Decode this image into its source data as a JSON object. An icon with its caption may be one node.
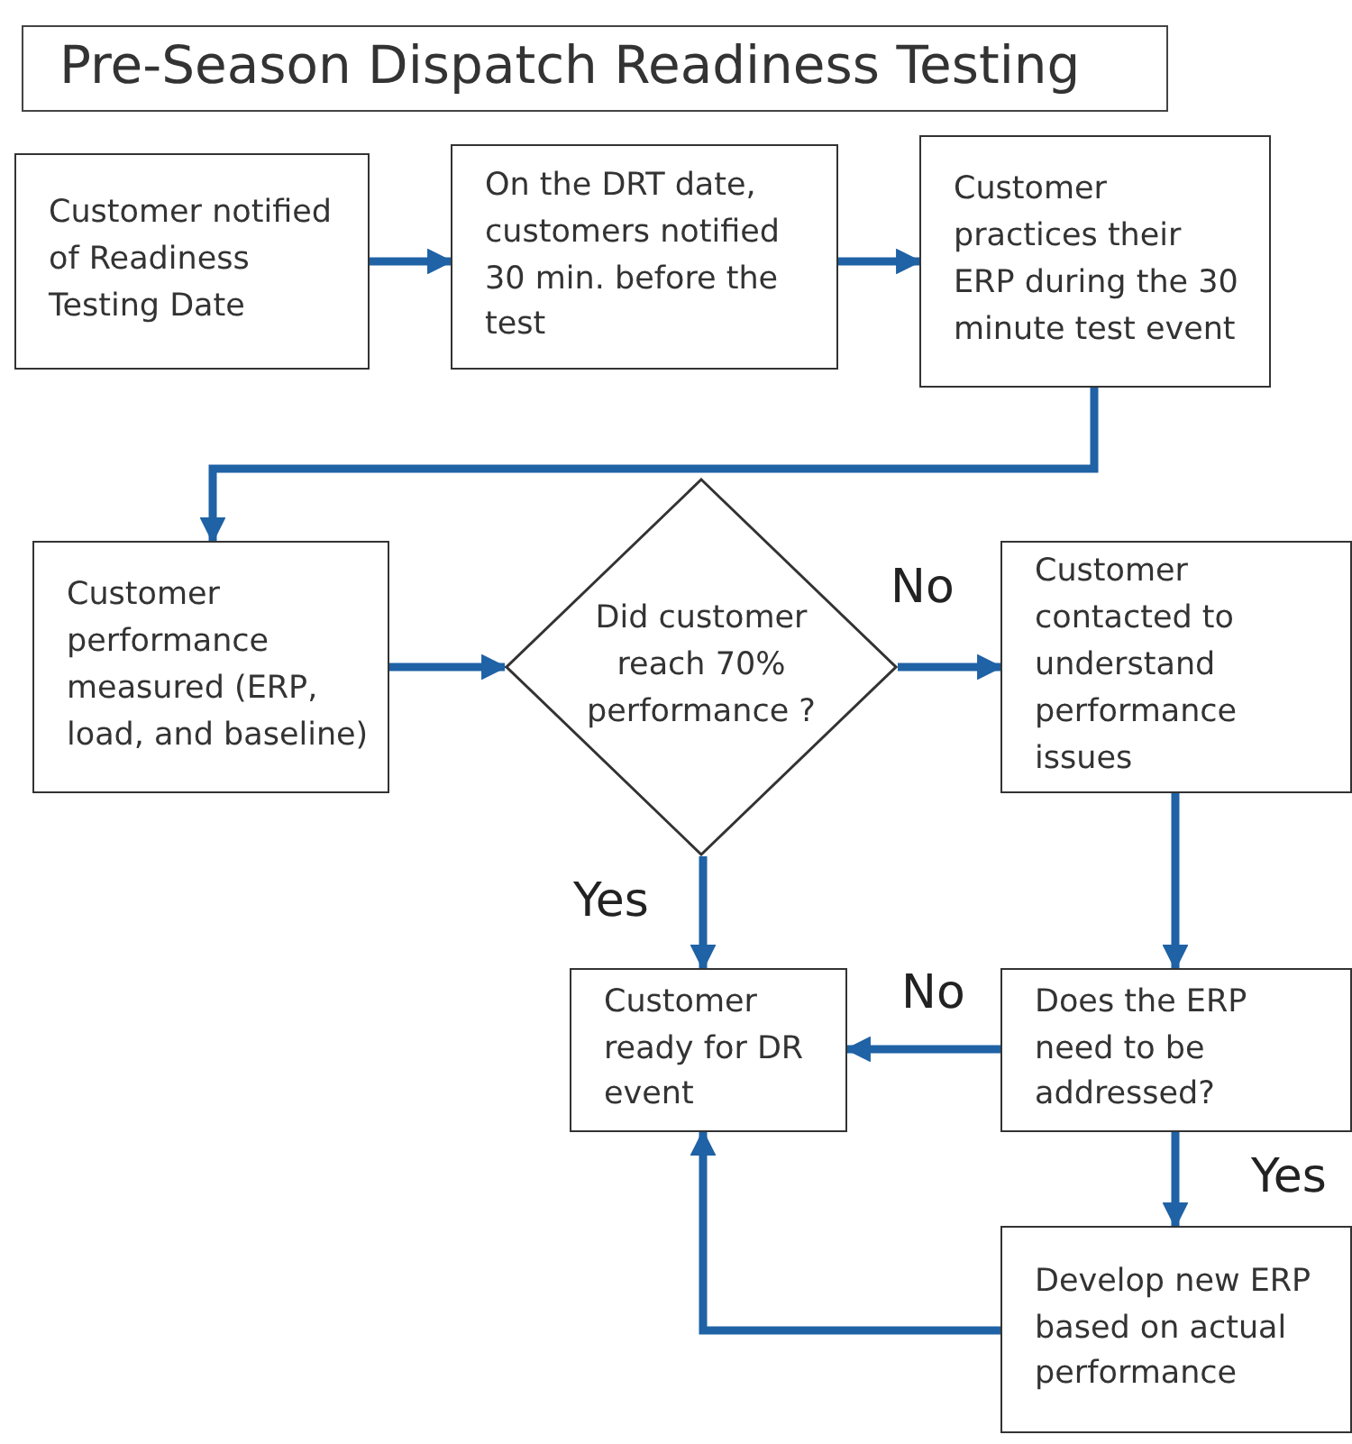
{
  "diagram": {
    "title": "Pre-Season Dispatch Readiness Testing",
    "nodes": [
      {
        "text": [
          "Customer notified of Readiness Testing Date"
        ]
      },
      {
        "text": [
          "On the DRT date, customers notified 30 min. before the test"
        ]
      },
      {
        "text": [
          "Customer practices their ERP during the 30 minute test event"
        ]
      },
      {
        "text": [
          "Customer performance measured (ERP, load, and baseline)"
        ]
      },
      {
        "text": [
          "Did customer reach 70% performance ?"
        ]
      },
      {
        "text": [
          "Customer contacted to understand performance issues"
        ]
      },
      {
        "text": [
          "Customer ready for DR event"
        ]
      },
      {
        "text": [
          "Does the ERP need to be addressed?"
        ]
      },
      {
        "text": [
          "Develop new ERP based on actual performance"
        ]
      }
    ],
    "edges": [
      {
        "from": 0,
        "to": 1,
        "arrow": "to"
      },
      {
        "from": 1,
        "to": 2,
        "arrow": "to"
      },
      {
        "from": 2,
        "to": 3,
        "arrow": "to"
      },
      {
        "from": 3,
        "to": 4,
        "arrow": "to"
      },
      {
        "from": 4,
        "to": 5,
        "arrow": "to",
        "label": "No"
      },
      {
        "from": 4,
        "to": 6,
        "arrow": "to",
        "label": "Yes"
      },
      {
        "from": 5,
        "to": 7,
        "arrow": "to"
      },
      {
        "from": 7,
        "to": 6,
        "arrow": "to",
        "label": "No"
      },
      {
        "from": 7,
        "to": 8,
        "arrow": "to",
        "label": "Yes"
      },
      {
        "from": 8,
        "to": 6,
        "arrow": "to"
      }
    ]
  }
}
